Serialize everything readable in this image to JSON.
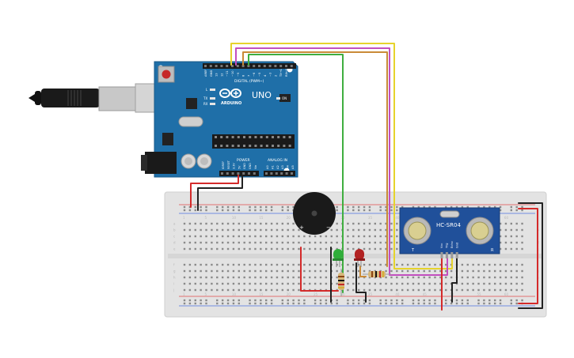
{
  "arduino": {
    "logo_text": "ARDUINO",
    "model": "UNO",
    "digital_label": "DIGITAL (PWM~)",
    "power_label": "POWER",
    "analog_label": "ANALOG IN",
    "digital_pins": [
      "AREF",
      "GND",
      "13",
      "12",
      "~11",
      "~10",
      "~9",
      "8",
      "7",
      "~6",
      "~5",
      "4",
      "~3",
      "2",
      "TX→1",
      "RX←0"
    ],
    "power_pins": [
      "IOREF",
      "RESET",
      "3.3V",
      "5V",
      "GND",
      "GND",
      "Vin"
    ],
    "analog_pins": [
      "A0",
      "A1",
      "A2",
      "A3",
      "A4",
      "A5"
    ],
    "led_labels": [
      "L",
      "TX",
      "RX"
    ],
    "on_label": "ON"
  },
  "breadboard": {
    "column_numbers": [
      "1",
      "5",
      "10",
      "15",
      "20",
      "25",
      "30",
      "35",
      "40",
      "45",
      "50",
      "55",
      "60"
    ],
    "row_letters_top": [
      "a",
      "b",
      "c",
      "d",
      "e"
    ],
    "row_letters_bottom": [
      "f",
      "g",
      "h",
      "i",
      "j"
    ]
  },
  "buzzer": {
    "plus": "+",
    "minus": "−"
  },
  "sensor": {
    "model": "HC-SR04",
    "pins": [
      "Vcc",
      "Trig",
      "Echo",
      "Gnd"
    ],
    "corner_left": "T",
    "corner_right": "R"
  },
  "colors": {
    "board": "#1f6fa8",
    "wire_yellow": "#e6d32c",
    "wire_pink": "#c24fbf",
    "wire_orange": "#c98a37",
    "wire_green": "#3fae3f",
    "wire_red": "#d42a2a",
    "wire_black": "#222222",
    "led_green": "#2fae3a",
    "led_red": "#b22222"
  }
}
